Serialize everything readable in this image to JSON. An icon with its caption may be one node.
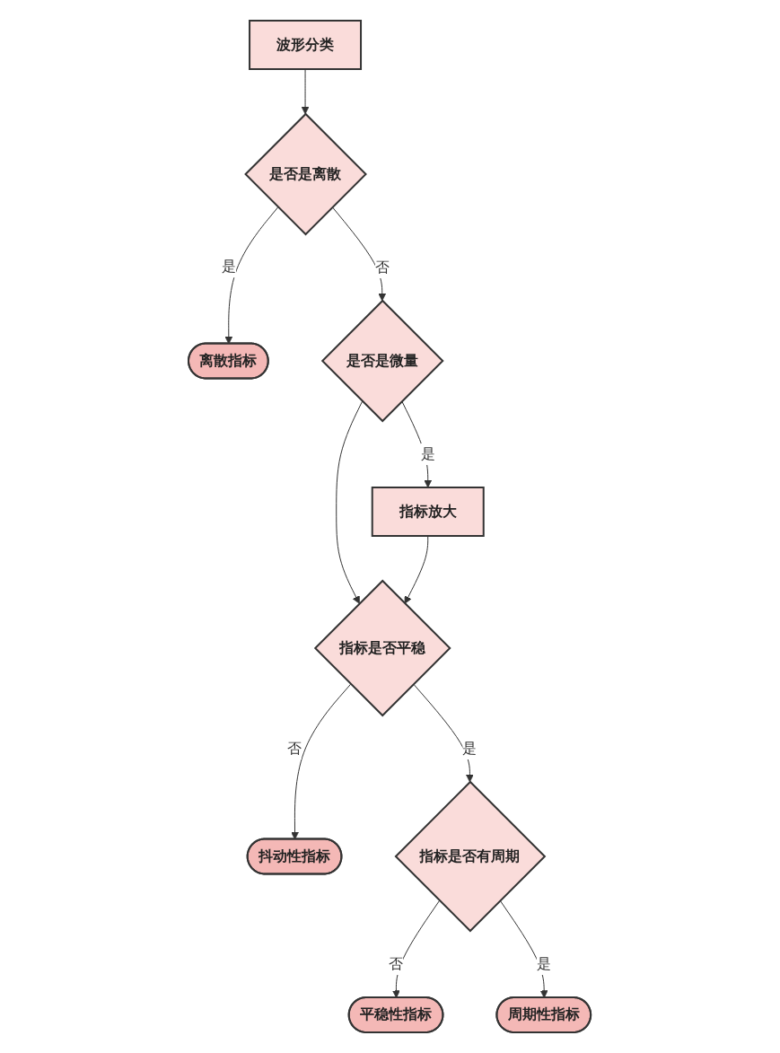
{
  "diagram": {
    "nodes": [
      {
        "text": [
          "波形分类"
        ]
      },
      {
        "text": [
          "是否是离散"
        ]
      },
      {
        "text": [
          "离散指标"
        ]
      },
      {
        "text": [
          "是否是微量"
        ]
      },
      {
        "text": [
          "指标放大"
        ]
      },
      {
        "text": [
          "指标是否平稳"
        ]
      },
      {
        "text": [
          "抖动性指标"
        ]
      },
      {
        "text": [
          "指标是否有周期"
        ]
      },
      {
        "text": [
          "平稳性指标"
        ]
      },
      {
        "text": [
          "周期性指标"
        ]
      }
    ],
    "edges": [
      {
        "from": 0,
        "to": 1,
        "arrow": "to"
      },
      {
        "from": 1,
        "to": 2,
        "arrow": "to",
        "label": "是"
      },
      {
        "from": 1,
        "to": 3,
        "arrow": "to",
        "label": "否"
      },
      {
        "from": 3,
        "to": 4,
        "arrow": "to",
        "label": "是"
      },
      {
        "from": 3,
        "to": 5,
        "arrow": "to"
      },
      {
        "from": 4,
        "to": 5,
        "arrow": "to"
      },
      {
        "from": 5,
        "to": 6,
        "arrow": "to",
        "label": "否"
      },
      {
        "from": 5,
        "to": 7,
        "arrow": "to",
        "label": "是"
      },
      {
        "from": 7,
        "to": 8,
        "arrow": "to",
        "label": "否"
      },
      {
        "from": 7,
        "to": 9,
        "arrow": "to",
        "label": "是"
      }
    ]
  }
}
